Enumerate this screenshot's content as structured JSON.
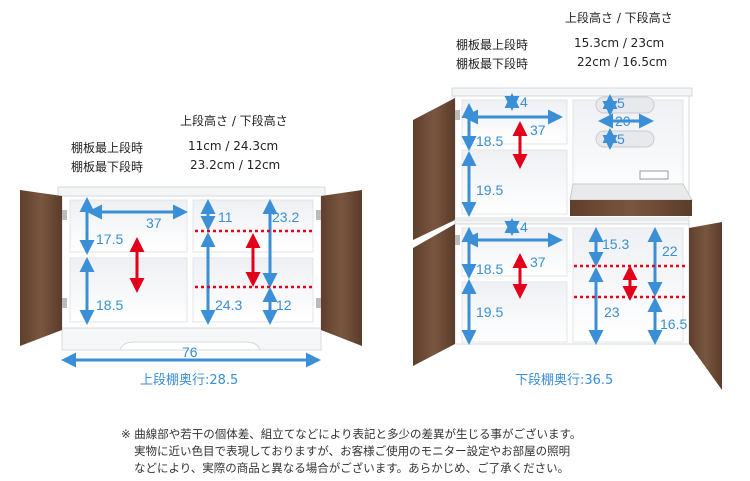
{
  "left_cabinet": {
    "header": "上段高さ / 下段高さ",
    "rows": [
      {
        "label": "棚板最上段時",
        "value": "11cm / 24.3cm"
      },
      {
        "label": "棚板最下段時",
        "value": "23.2cm / 12cm"
      }
    ],
    "dims": {
      "inner_width": "37",
      "upper_left": "17.5",
      "lower_left": "18.5",
      "upper_right_top": "11",
      "upper_right_bottom": "23.2",
      "lower_right_top": "24.3",
      "lower_right_bottom": "12",
      "total_width": "76"
    },
    "depth": "上段棚奥行:28.5"
  },
  "right_cabinet": {
    "header": "上段高さ / 下段高さ",
    "rows": [
      {
        "label": "棚板最上段時",
        "value": "15.3cm / 23cm"
      },
      {
        "label": "棚板最下段時",
        "value": "22cm / 16.5cm"
      }
    ],
    "dims": {
      "top_gap": "4",
      "inner_width_upper": "37",
      "upper_top_section": "18.5",
      "upper_bottom_section": "19.5",
      "outlet_top": "5",
      "outlet_width": "20",
      "outlet_bottom": "5",
      "lower_gap": "4",
      "inner_width_lower": "37",
      "lower_top_section": "18.5",
      "lower_bottom_section": "19.5",
      "right_upper": "15.3",
      "right_upper_alt": "22",
      "right_lower": "23",
      "right_lower_alt": "16.5"
    },
    "depth": "下段棚奥行:36.5"
  },
  "note": [
    "※ 曲線部や若干の個体差、組立てなどにより表記と多少の差異が生じる事がございます。",
    "実物に近い色目で表現しておりますが、お客様ご使用のモニター設定やお部屋の照明",
    "などにより、実際の商品と異なる場合がございます。あらかじめ、ご了承ください。"
  ],
  "colors": {
    "dimension_blue": "#3a8fd6",
    "accent_red": "#e2001a",
    "wood": "#6b4a36",
    "body": "#ffffff"
  }
}
